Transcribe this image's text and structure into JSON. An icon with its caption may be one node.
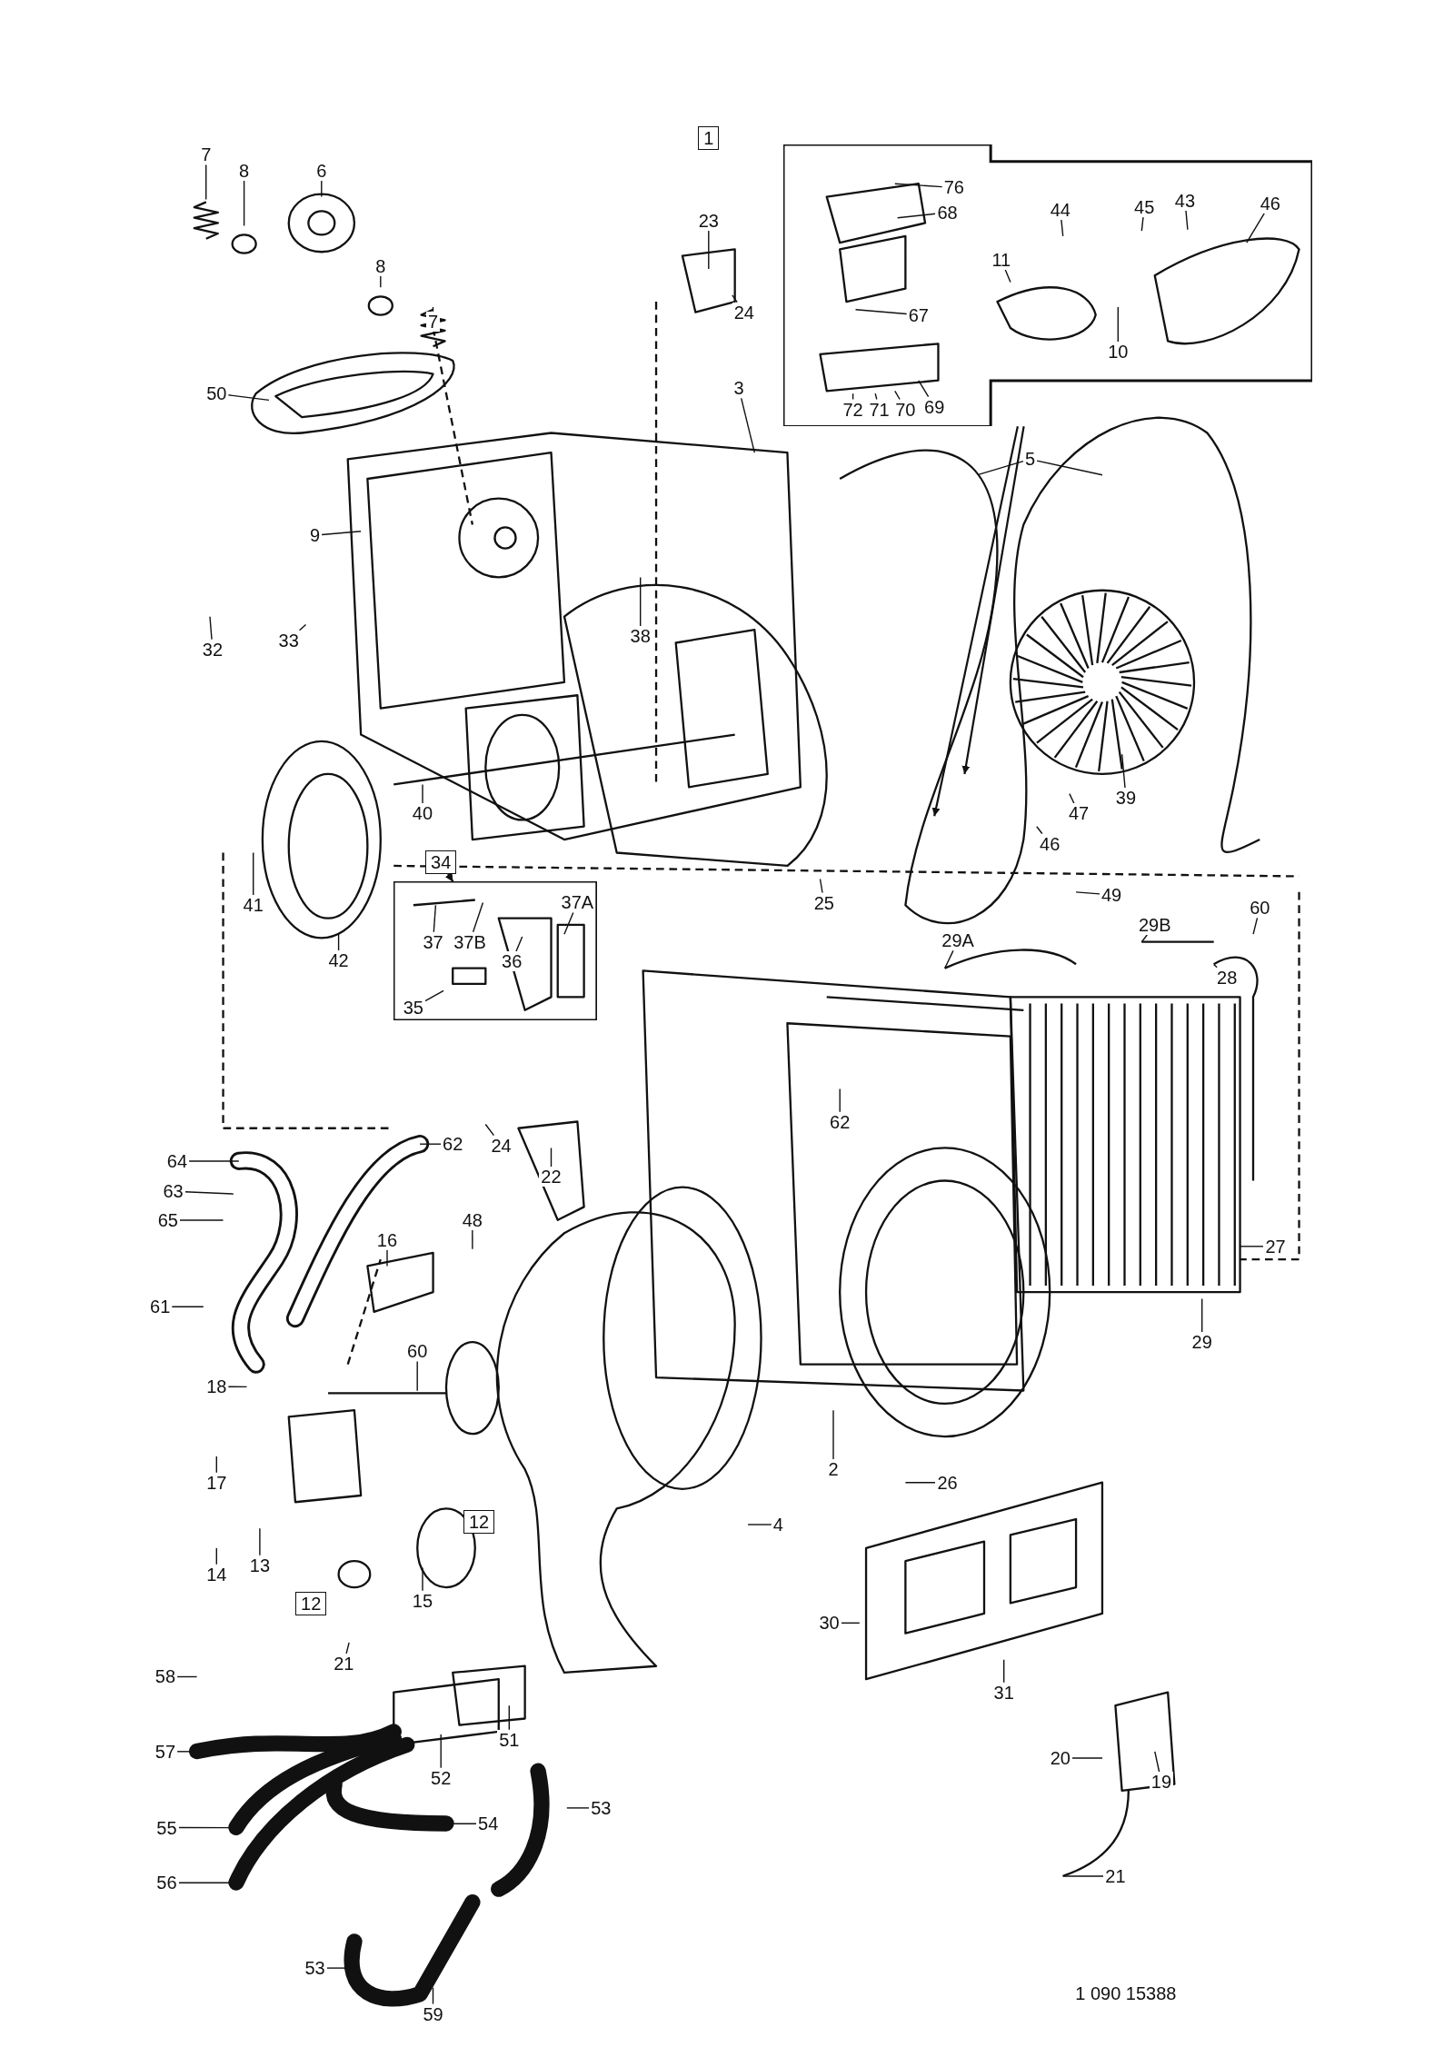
{
  "diagram": {
    "nodes": [
      {
        "text": [
          "1"
        ]
      },
      {
        "text": [],
        "shape": "box"
      },
      {
        "text": [
          "76"
        ],
        "in": 1
      },
      {
        "text": [
          "68"
        ],
        "in": 1
      },
      {
        "text": [
          "67"
        ],
        "in": 1
      },
      {
        "text": [
          "69"
        ],
        "in": 1
      },
      {
        "text": [
          "70"
        ],
        "in": 1
      },
      {
        "text": [
          "71"
        ],
        "in": 1
      },
      {
        "text": [
          "72"
        ],
        "in": 1
      },
      {
        "text": [
          "11"
        ],
        "in": 1
      },
      {
        "text": [
          "44"
        ],
        "in": 1
      },
      {
        "text": [
          "45"
        ],
        "in": 1
      },
      {
        "text": [
          "43"
        ],
        "in": 1
      },
      {
        "text": [
          "46"
        ],
        "in": 1
      },
      {
        "text": [
          "10"
        ],
        "in": 1
      },
      {
        "text": [
          "7"
        ]
      },
      {
        "text": [
          "8"
        ]
      },
      {
        "text": [
          "6"
        ]
      },
      {
        "text": [
          "8"
        ]
      },
      {
        "text": [
          "7"
        ]
      },
      {
        "text": [
          "23"
        ]
      },
      {
        "text": [
          "24"
        ]
      },
      {
        "text": [
          "50"
        ]
      },
      {
        "text": [
          "3"
        ]
      },
      {
        "text": [
          "5"
        ]
      },
      {
        "text": [
          "9"
        ]
      },
      {
        "text": [
          "32"
        ]
      },
      {
        "text": [
          "33"
        ]
      },
      {
        "text": [
          "38"
        ]
      },
      {
        "text": [
          "39"
        ]
      },
      {
        "text": [
          "47"
        ]
      },
      {
        "text": [
          "40"
        ]
      },
      {
        "text": [
          "46"
        ]
      },
      {
        "text": [
          "34"
        ]
      },
      {
        "text": [
          "25"
        ]
      },
      {
        "text": [
          "41"
        ]
      },
      {
        "text": [
          "49"
        ]
      },
      {
        "text": [],
        "shape": "box"
      },
      {
        "text": [
          "37A"
        ],
        "in": 37
      },
      {
        "text": [
          "37"
        ],
        "in": 37
      },
      {
        "text": [
          "37B"
        ],
        "in": 37
      },
      {
        "text": [
          "36"
        ],
        "in": 37
      },
      {
        "text": [
          "35"
        ],
        "in": 37
      },
      {
        "text": [
          "29A"
        ]
      },
      {
        "text": [
          "29B"
        ]
      },
      {
        "text": [
          "60"
        ]
      },
      {
        "text": [
          "42"
        ]
      },
      {
        "text": [
          "28"
        ]
      },
      {
        "text": [
          "62"
        ]
      },
      {
        "text": [
          "24"
        ]
      },
      {
        "text": [
          "22"
        ]
      },
      {
        "text": [
          "62"
        ]
      },
      {
        "text": [
          "64"
        ]
      },
      {
        "text": [
          "63"
        ]
      },
      {
        "text": [
          "65"
        ]
      },
      {
        "text": [
          "48"
        ]
      },
      {
        "text": [
          "16"
        ]
      },
      {
        "text": [
          "27"
        ]
      },
      {
        "text": [
          "61"
        ]
      },
      {
        "text": [
          "29"
        ]
      },
      {
        "text": [
          "60"
        ]
      },
      {
        "text": [
          "18"
        ]
      },
      {
        "text": [
          "17"
        ]
      },
      {
        "text": [
          "2"
        ]
      },
      {
        "text": [
          "26"
        ]
      },
      {
        "text": [
          "4"
        ]
      },
      {
        "text": [
          "12"
        ]
      },
      {
        "text": [
          "13"
        ]
      },
      {
        "text": [
          "14"
        ]
      },
      {
        "text": [
          "15"
        ]
      },
      {
        "text": [
          "12"
        ]
      },
      {
        "text": [
          "30"
        ]
      },
      {
        "text": [
          "21"
        ]
      },
      {
        "text": [
          "58"
        ]
      },
      {
        "text": [
          "31"
        ]
      },
      {
        "text": [
          "51"
        ]
      },
      {
        "text": [
          "57"
        ]
      },
      {
        "text": [
          "20"
        ]
      },
      {
        "text": [
          "52"
        ]
      },
      {
        "text": [
          "19"
        ]
      },
      {
        "text": [
          "53"
        ]
      },
      {
        "text": [
          "54"
        ]
      },
      {
        "text": [
          "55"
        ]
      },
      {
        "text": [
          "21"
        ]
      },
      {
        "text": [
          "56"
        ]
      },
      {
        "text": [
          "53"
        ]
      },
      {
        "text": [
          "59"
        ]
      }
    ],
    "edges": [
      {
        "from": 1,
        "to": null,
        "arrow": "to"
      },
      {
        "from": 1,
        "to": null,
        "arrow": "to"
      },
      {
        "from": 2,
        "to": null,
        "arrow": "none"
      },
      {
        "from": 3,
        "to": null,
        "arrow": "none"
      },
      {
        "from": 4,
        "to": null,
        "arrow": "none"
      },
      {
        "from": 5,
        "to": null,
        "arrow": "none"
      },
      {
        "from": 6,
        "to": null,
        "arrow": "none"
      },
      {
        "from": 7,
        "to": null,
        "arrow": "none"
      },
      {
        "from": 8,
        "to": null,
        "arrow": "none"
      },
      {
        "from": 9,
        "to": null,
        "arrow": "none"
      },
      {
        "from": 10,
        "to": null,
        "arrow": "none"
      },
      {
        "from": 11,
        "to": null,
        "arrow": "none"
      },
      {
        "from": 12,
        "to": null,
        "arrow": "none"
      },
      {
        "from": 13,
        "to": null,
        "arrow": "none"
      },
      {
        "from": 14,
        "to": null,
        "arrow": "none"
      },
      {
        "from": 15,
        "to": null,
        "arrow": "none"
      },
      {
        "from": 16,
        "to": null,
        "arrow": "none"
      },
      {
        "from": 17,
        "to": null,
        "arrow": "none"
      },
      {
        "from": 18,
        "to": null,
        "arrow": "none"
      },
      {
        "from": 19,
        "to": null,
        "arrow": "none"
      },
      {
        "from": 20,
        "to": null,
        "arrow": "none"
      },
      {
        "from": 21,
        "to": null,
        "arrow": "none"
      },
      {
        "from": 22,
        "to": null,
        "arrow": "none"
      },
      {
        "from": 23,
        "to": null,
        "arrow": "none"
      },
      {
        "from": 24,
        "to": null,
        "arrow": "none"
      },
      {
        "from": 24,
        "to": null,
        "arrow": "none"
      },
      {
        "from": 25,
        "to": null,
        "arrow": "none"
      },
      {
        "from": 26,
        "to": null,
        "arrow": "none"
      },
      {
        "from": 27,
        "to": null,
        "arrow": "none"
      },
      {
        "from": 28,
        "to": null,
        "arrow": "none"
      },
      {
        "from": 29,
        "to": null,
        "arrow": "none"
      },
      {
        "from": 30,
        "to": null,
        "arrow": "none"
      },
      {
        "from": 31,
        "to": null,
        "arrow": "none"
      },
      {
        "from": 32,
        "to": null,
        "arrow": "none"
      },
      {
        "from": 33,
        "to": 37,
        "arrow": "to"
      },
      {
        "from": 34,
        "to": null,
        "arrow": "none"
      },
      {
        "from": 35,
        "to": null,
        "arrow": "none"
      },
      {
        "from": 36,
        "to": null,
        "arrow": "none"
      },
      {
        "from": 38,
        "to": null,
        "arrow": "none"
      },
      {
        "from": 39,
        "to": null,
        "arrow": "none"
      },
      {
        "from": 40,
        "to": null,
        "arrow": "none"
      },
      {
        "from": 41,
        "to": null,
        "arrow": "none"
      },
      {
        "from": 42,
        "to": null,
        "arrow": "none"
      },
      {
        "from": 43,
        "to": null,
        "arrow": "none"
      },
      {
        "from": 44,
        "to": null,
        "arrow": "none"
      },
      {
        "from": 45,
        "to": null,
        "arrow": "none"
      },
      {
        "from": 46,
        "to": null,
        "arrow": "none"
      },
      {
        "from": 47,
        "to": null,
        "arrow": "none"
      },
      {
        "from": 48,
        "to": null,
        "arrow": "none"
      },
      {
        "from": 49,
        "to": null,
        "arrow": "none"
      },
      {
        "from": 50,
        "to": null,
        "arrow": "none"
      },
      {
        "from": 51,
        "to": null,
        "arrow": "none"
      },
      {
        "from": 52,
        "to": null,
        "arrow": "none"
      },
      {
        "from": 53,
        "to": null,
        "arrow": "none"
      },
      {
        "from": 54,
        "to": null,
        "arrow": "none"
      },
      {
        "from": 55,
        "to": null,
        "arrow": "none"
      },
      {
        "from": 56,
        "to": null,
        "arrow": "none"
      },
      {
        "from": 57,
        "to": null,
        "arrow": "none"
      },
      {
        "from": 58,
        "to": null,
        "arrow": "none"
      },
      {
        "from": 59,
        "to": null,
        "arrow": "none"
      },
      {
        "from": 60,
        "to": null,
        "arrow": "none"
      },
      {
        "from": 61,
        "to": null,
        "arrow": "none"
      },
      {
        "from": 62,
        "to": null,
        "arrow": "none"
      },
      {
        "from": 63,
        "to": null,
        "arrow": "none"
      },
      {
        "from": 64,
        "to": null,
        "arrow": "none"
      },
      {
        "from": 65,
        "to": null,
        "arrow": "none"
      },
      {
        "from": 67,
        "to": null,
        "arrow": "none"
      },
      {
        "from": 68,
        "to": null,
        "arrow": "none"
      },
      {
        "from": 69,
        "to": null,
        "arrow": "none"
      },
      {
        "from": 71,
        "to": null,
        "arrow": "none"
      },
      {
        "from": 72,
        "to": null,
        "arrow": "none"
      },
      {
        "from": 73,
        "to": null,
        "arrow": "none"
      },
      {
        "from": 74,
        "to": null,
        "arrow": "none"
      },
      {
        "from": 75,
        "to": null,
        "arrow": "none"
      },
      {
        "from": 76,
        "to": null,
        "arrow": "none"
      },
      {
        "from": 77,
        "to": null,
        "arrow": "none"
      },
      {
        "from": 78,
        "to": null,
        "arrow": "none"
      },
      {
        "from": 79,
        "to": null,
        "arrow": "none"
      },
      {
        "from": 80,
        "to": null,
        "arrow": "none"
      },
      {
        "from": 81,
        "to": null,
        "arrow": "none"
      },
      {
        "from": 82,
        "to": null,
        "arrow": "none"
      },
      {
        "from": 83,
        "to": null,
        "arrow": "none"
      },
      {
        "from": 84,
        "to": null,
        "arrow": "none"
      },
      {
        "from": 85,
        "to": null,
        "arrow": "none"
      },
      {
        "from": 86,
        "to": null,
        "arrow": "none"
      }
    ],
    "labels": [
      "1 090 15388"
    ]
  }
}
